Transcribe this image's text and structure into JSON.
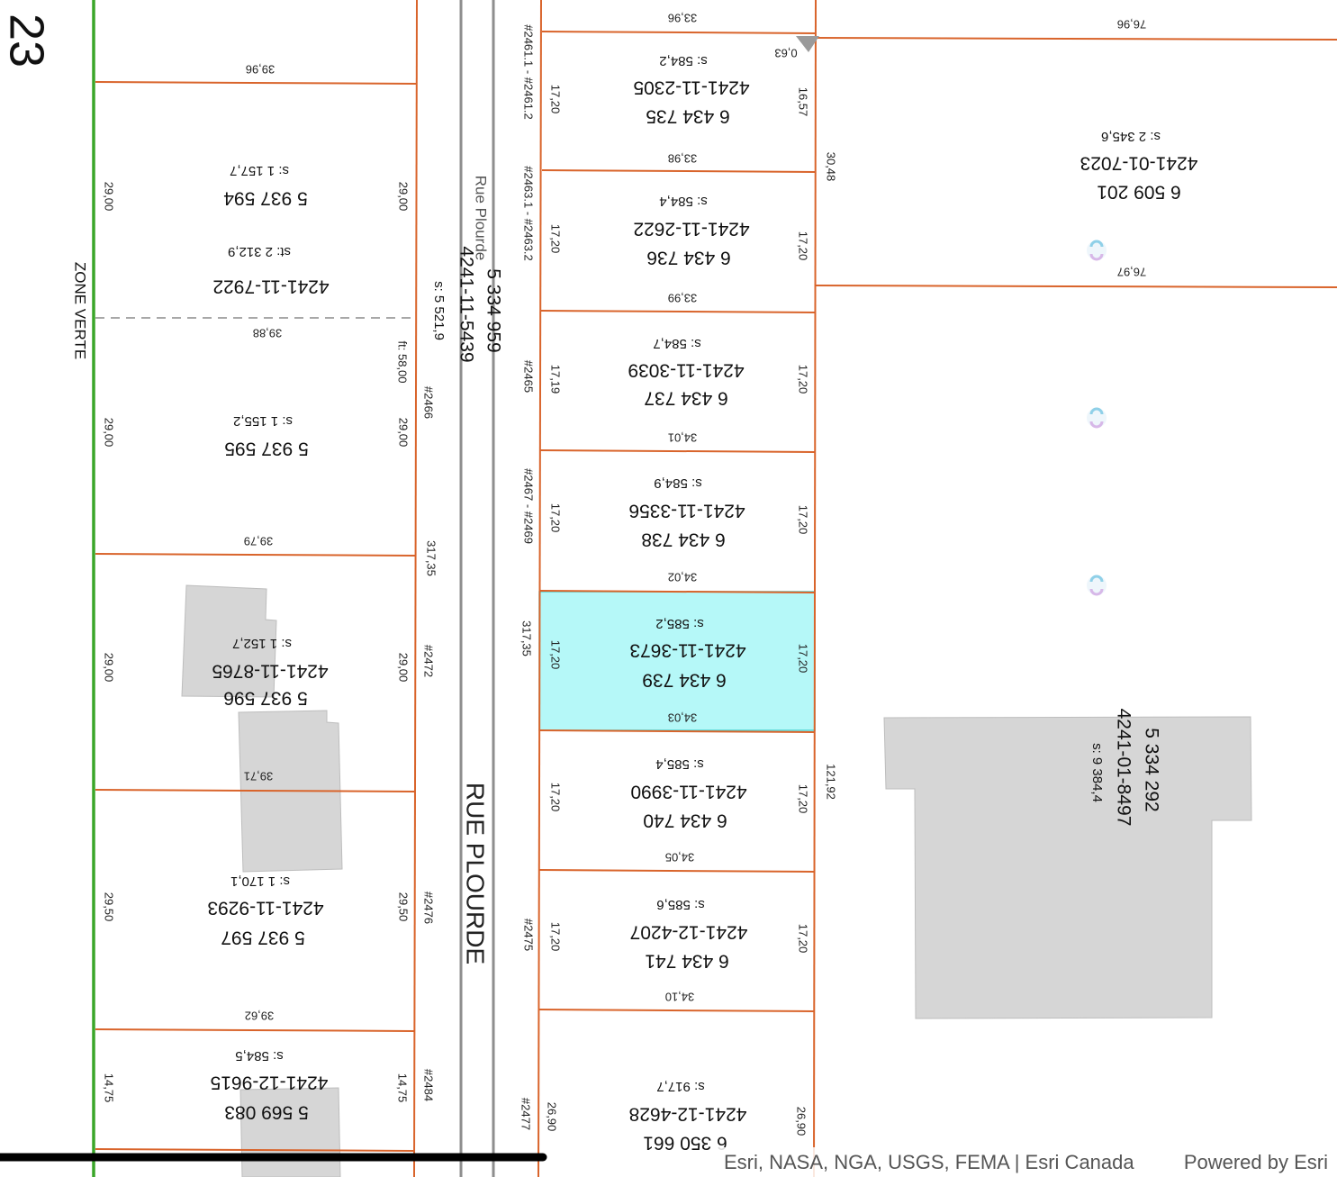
{
  "map": {
    "zone_label": "ZONE VERTE",
    "zone_number": "23",
    "street_large": "RUE PLOURDE",
    "street_small": "Rue Plourde",
    "road_lot": {
      "number": "5 334 959",
      "matricule": "4241-11-5439",
      "area": "s: 5 521,9"
    },
    "road_dims": {
      "front": "ft: 58,00",
      "length_left": "317,35",
      "length_right": "317,35"
    },
    "corner_dim": "0,63",
    "west_lots": [
      {
        "number": "5 937 594",
        "matricule": "4241-11-7922",
        "area": "s: 1 157,7",
        "area2": "st: 2 312,9",
        "left": "29,00",
        "right": "29,00",
        "top": "39,96",
        "addr": ""
      },
      {
        "number": "5 937 595",
        "matricule": "",
        "area": "s: 1 155,2",
        "left": "29,00",
        "right": "29,00",
        "top": "39,88",
        "addr": "#2466"
      },
      {
        "number": "5 937 596",
        "matricule": "4241-11-8765",
        "area": "s: 1 152,7",
        "left": "29,00",
        "right": "29,00",
        "top": "39,79",
        "addr": "#2472"
      },
      {
        "number": "5 937 597",
        "matricule": "4241-11-9293",
        "area": "s: 1 170,1",
        "left": "29,50",
        "right": "29,50",
        "top": "39,71",
        "addr": "#2476"
      },
      {
        "number": "5 569 083",
        "matricule": "4241-12-9615",
        "area": "s: 584,5",
        "left": "14,75",
        "right": "14,75",
        "top": "39,62",
        "addr": "#2484"
      }
    ],
    "east_lots": [
      {
        "number": "6 434 735",
        "matricule": "4241-11-2305",
        "area": "s: 584,2",
        "left": "17,20",
        "right": "16,57",
        "top": "33,96",
        "addr": "#2461.1 - #2461.2",
        "highlight": false
      },
      {
        "number": "6 434 736",
        "matricule": "4241-11-2622",
        "area": "s: 584,4",
        "left": "17,20",
        "right": "17,20",
        "top": "33,98",
        "addr": "#2463.1 - #2463.2",
        "highlight": false
      },
      {
        "number": "6 434 737",
        "matricule": "4241-11-3039",
        "area": "s: 584,7",
        "left": "17,19",
        "right": "17,20",
        "top": "33,99",
        "addr": "#2465",
        "highlight": false
      },
      {
        "number": "6 434 738",
        "matricule": "4241-11-3356",
        "area": "s: 584,9",
        "left": "17,20",
        "right": "17,20",
        "top": "34,01",
        "addr": "#2467 - #2469",
        "highlight": false
      },
      {
        "number": "6 434 739",
        "matricule": "4241-11-3673",
        "area": "s: 585,2",
        "left": "17,20",
        "right": "17,20",
        "top": "34,02",
        "addr": "",
        "highlight": true
      },
      {
        "number": "6 434 740",
        "matricule": "4241-11-3990",
        "area": "s: 585,4",
        "left": "17,20",
        "right": "17,20",
        "top": "34,03",
        "addr": "",
        "highlight": false
      },
      {
        "number": "6 434 741",
        "matricule": "4241-12-4207",
        "area": "s: 585,6",
        "left": "17,20",
        "right": "17,20",
        "top": "34,05",
        "addr": "#2475",
        "highlight": false
      },
      {
        "number": "6 350 661",
        "matricule": "4241-12-4628",
        "area": "s: 917,7",
        "left": "26,90",
        "right": "26,90",
        "top": "34,10",
        "addr": "#2477",
        "highlight": false
      }
    ],
    "far_east_lots": [
      {
        "number": "6 509 201",
        "matricule": "4241-01-7023",
        "area": "s: 2 345,6",
        "top": "76,96",
        "bottom": "76,97",
        "side": "30,48"
      },
      {
        "number": "5 334 292",
        "matricule": "4241-01-8497",
        "area": "s: 9 384,4",
        "side": "121,92"
      }
    ]
  },
  "attribution": {
    "sources": "Esri, NASA, NGA, USGS, FEMA | Esri Canada",
    "powered": "Powered by Esri"
  }
}
